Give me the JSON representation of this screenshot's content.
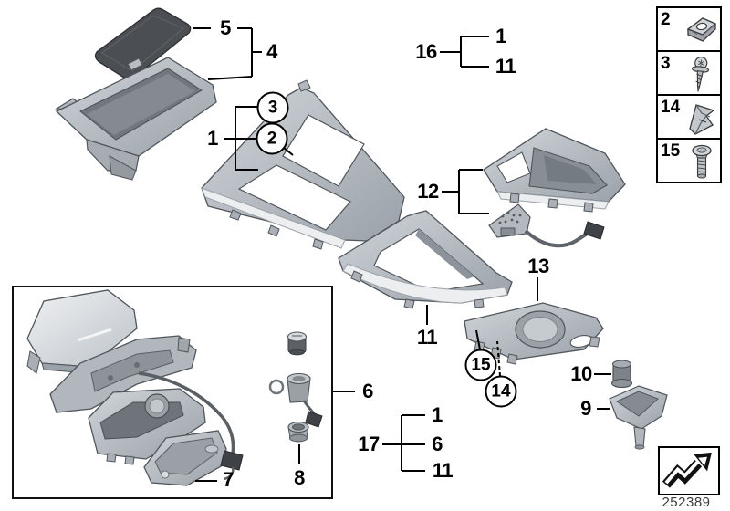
{
  "figure": {
    "doc_number": "252389"
  },
  "callouts": {
    "n4": "4",
    "n5": "5",
    "n6": "6",
    "n7": "7",
    "n8": "8",
    "n9": "9",
    "n10": "10",
    "n11": "11",
    "n12": "12",
    "n13": "13",
    "n14": "14",
    "n15": "15"
  },
  "callout_groups": {
    "g1": {
      "label": "1",
      "children": [
        "3",
        "2"
      ]
    },
    "g16": {
      "label": "16",
      "children": [
        "1",
        "11"
      ]
    },
    "g17": {
      "label": "17",
      "children": [
        "1",
        "6",
        "11"
      ]
    }
  },
  "legend": {
    "items": [
      {
        "number": "2",
        "icon": "clip-nut-icon"
      },
      {
        "number": "3",
        "icon": "tapping-screw-icon"
      },
      {
        "number": "14",
        "icon": "spring-clip-icon"
      },
      {
        "number": "15",
        "icon": "fillister-screw-icon"
      }
    ]
  },
  "nav": {
    "icon": "next-diagram-arrow-icon"
  },
  "colors": {
    "part_light": "#ccd1d6",
    "part_mid": "#a9afb6",
    "part_dark": "#7e848b",
    "cavity": "#6e747a",
    "mat": "#4b4f54",
    "silver_edge": "#eceef0",
    "outline": "#50565c",
    "callout": "#000000"
  }
}
